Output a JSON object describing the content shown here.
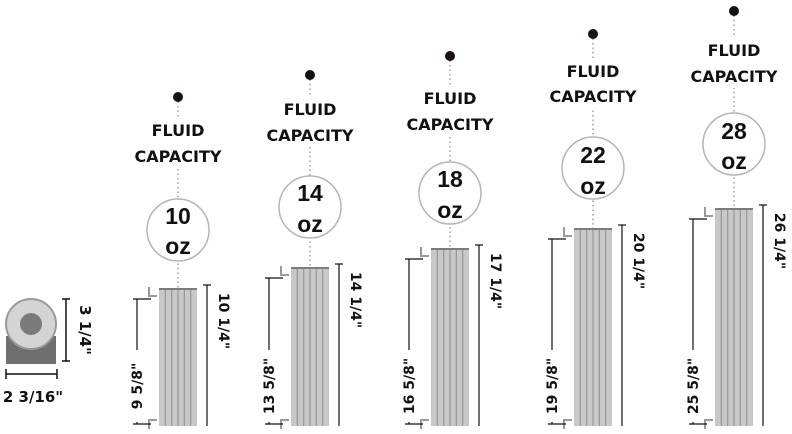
{
  "colors": {
    "tube_fill": "#c8c8c8",
    "tube_stripe": "#9a9a9a",
    "line": "#111111",
    "bracket": "#9a9a9a",
    "dot": "#1a1212",
    "dotted": "#888888",
    "base_dark": "#6f6f6f",
    "roll_outer": "#d4d4d4",
    "roll_inner": "#7a7a7a"
  },
  "rolled": {
    "height_label": "3 1/4\"",
    "width_label": "2 3/16\""
  },
  "bottles": [
    {
      "capacity_line1": "FLUID",
      "capacity_line2": "CAPACITY",
      "amount": "10",
      "unit": "oz",
      "total_height": "10 1/4\"",
      "body_height": "9 5/8\""
    },
    {
      "capacity_line1": "FLUID",
      "capacity_line2": "CAPACITY",
      "amount": "14",
      "unit": "oz",
      "total_height": "14 1/4\"",
      "body_height": "13 5/8\""
    },
    {
      "capacity_line1": "FLUID",
      "capacity_line2": "CAPACITY",
      "amount": "18",
      "unit": "oz",
      "total_height": "17 1/4\"",
      "body_height": "16 5/8\""
    },
    {
      "capacity_line1": "FLUID",
      "capacity_line2": "CAPACITY",
      "amount": "22",
      "unit": "oz",
      "total_height": "20 1/4\"",
      "body_height": "19 5/8\""
    },
    {
      "capacity_line1": "FLUID",
      "capacity_line2": "CAPACITY",
      "amount": "28",
      "unit": "oz",
      "total_height": "26 1/4\"",
      "body_height": "25 5/8\""
    }
  ]
}
